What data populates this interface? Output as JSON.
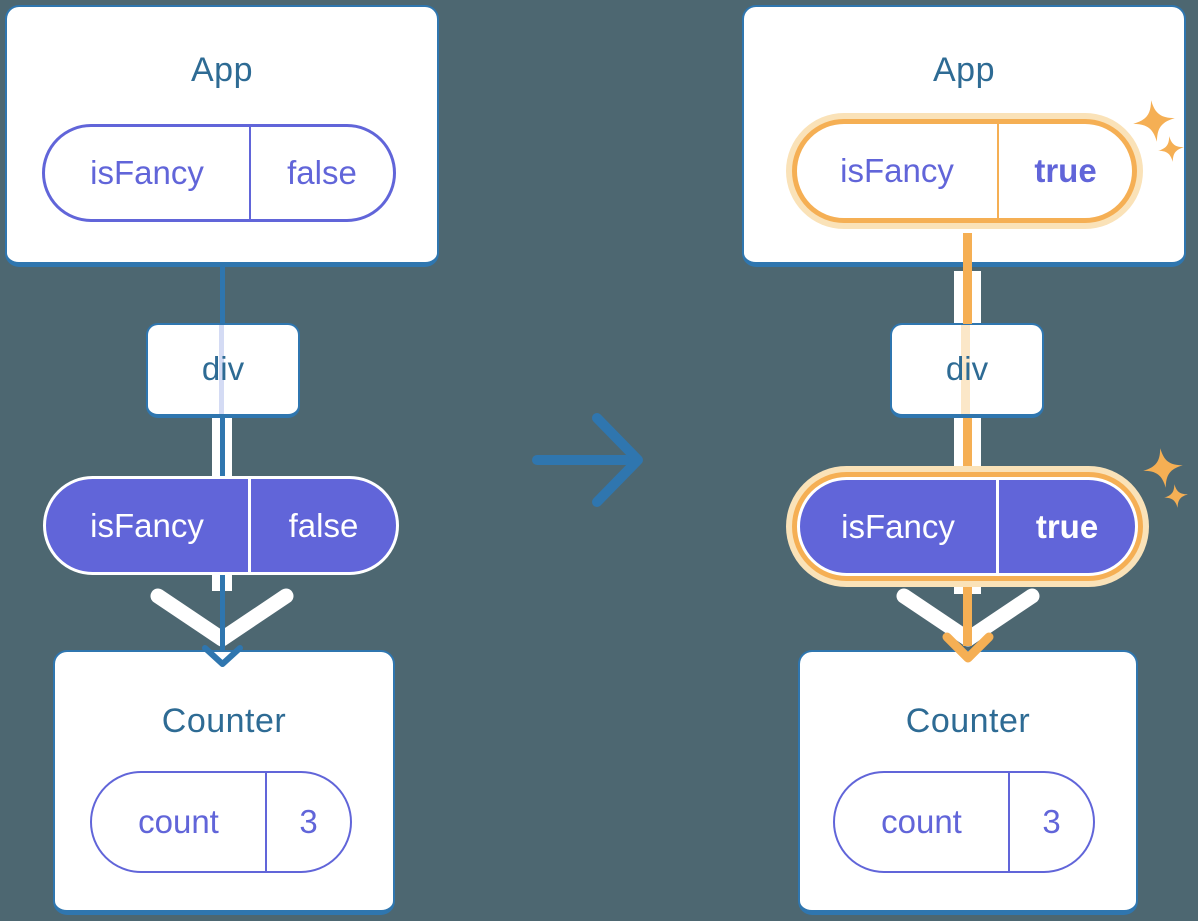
{
  "colors": {
    "background": "#4D6771",
    "card_border_blue": "#2F76AF",
    "title_text_blue": "#2E6B94",
    "purple": "#6165D9",
    "lavender_faded_line": "#D4DBF4",
    "orange_highlight": "#F5AF54",
    "orange_glow": "#FAE2B8",
    "peach_faded_line": "#FBE7C8",
    "white": "#FFFFFF"
  },
  "icons": {
    "transition": "arrow-right-icon",
    "flow": "chevron-down-arrow-icon",
    "highlight": "sparkle-icon"
  },
  "before": {
    "app": {
      "title": "App",
      "prop_name": "isFancy",
      "prop_value": "false"
    },
    "div_node": {
      "label": "div"
    },
    "passed_prop": {
      "name": "isFancy",
      "value": "false"
    },
    "counter": {
      "title": "Counter",
      "prop_name": "count",
      "prop_value": "3"
    }
  },
  "after": {
    "app": {
      "title": "App",
      "prop_name": "isFancy",
      "prop_value": "true"
    },
    "div_node": {
      "label": "div"
    },
    "passed_prop": {
      "name": "isFancy",
      "value": "true"
    },
    "counter": {
      "title": "Counter",
      "prop_name": "count",
      "prop_value": "3"
    }
  }
}
